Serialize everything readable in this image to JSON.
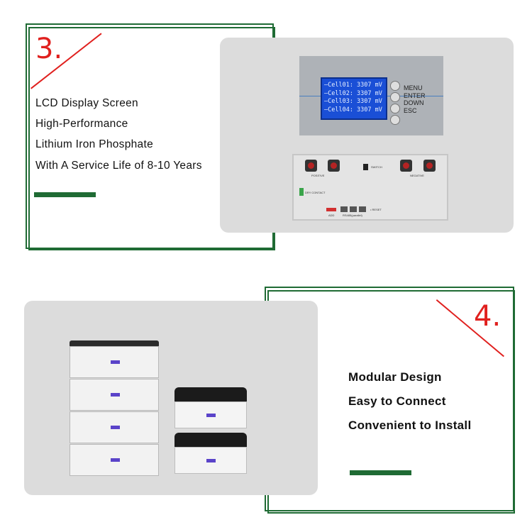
{
  "section_3": {
    "number": "3.",
    "features": [
      "LCD Display Screen",
      "High-Performance",
      "Lithium Iron Phosphate",
      "With A Service Life of 8-10 Years"
    ]
  },
  "section_4": {
    "number": "4.",
    "features": [
      "Modular Design",
      "Easy to Connect",
      "Convenient to Install"
    ]
  },
  "lcd": {
    "lines": [
      "—Cell01: 3307 mV",
      "—Cell02: 3307 mV",
      "—Cell03: 3307 mV",
      "—Cell04: 3307 mV"
    ],
    "buttons": [
      "MENU",
      "ENTER",
      "DOWN",
      "ESC"
    ]
  },
  "terminal_panel": {
    "positive": "POSITIVE",
    "negative": "NEGATIVE",
    "switch": "SWITCH",
    "dry_contact": "DRY CONTACT",
    "reset": "• RESET",
    "add": "ADD",
    "rs485": "RS485(parallel)"
  },
  "colors": {
    "accent_green": "#1f6b34",
    "number_red": "#e0201e",
    "lcd_blue": "#1a4fd6",
    "badge_purple": "#5a43c9"
  }
}
